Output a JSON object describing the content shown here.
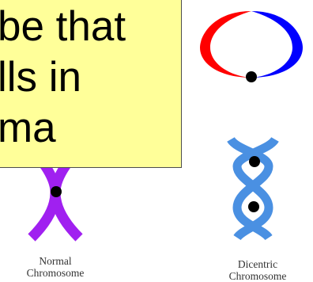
{
  "callout": {
    "lines": [
      "be that",
      "lls in",
      "ma"
    ]
  },
  "figures": {
    "normal": {
      "caption_line1": "Normal",
      "caption_line2": "Chromosome",
      "color": "#a020f0"
    },
    "dicentric": {
      "caption_line1": "Dicentric",
      "caption_line2": "Chromosome",
      "color": "#4a90e2"
    },
    "ring": {
      "color_left": "#ff0000",
      "color_right": "#0000ff"
    },
    "centromere_color": "#000000"
  }
}
